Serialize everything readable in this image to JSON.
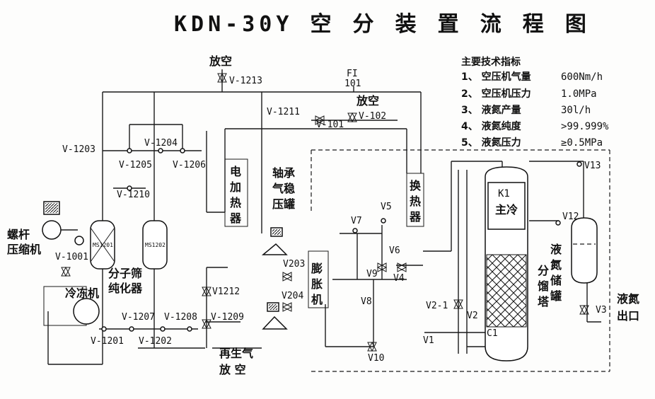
{
  "title": "KDN-30Y 空 分 装 置 流 程 图",
  "specs": {
    "heading": "主要技术指标",
    "items": [
      {
        "label": "1、 空压机气量",
        "value": "600Nm/h"
      },
      {
        "label": "2、 空压机压力",
        "value": "1.0MPa"
      },
      {
        "label": "3、 液氮产量",
        "value": "30l/h"
      },
      {
        "label": "4、 液氮纯度",
        "value": ">99.999%"
      },
      {
        "label": "5、 液氮压力",
        "value": "≥0.5MPa"
      }
    ]
  },
  "equipment": {
    "compressor": [
      "螺杆",
      "压缩机"
    ],
    "chiller": "冷冻机",
    "purifier": [
      "分子筛",
      "纯化器"
    ],
    "ms1": "MS1201",
    "ms2": "MS1202",
    "heater": [
      "电",
      "加",
      "热",
      "器"
    ],
    "buffer": [
      "轴承",
      "气稳",
      "压罐"
    ],
    "expander": [
      "膨",
      "胀",
      "机"
    ],
    "exchanger": [
      "换",
      "热",
      "器"
    ],
    "k1": "K1",
    "main_cooler": "主冷",
    "column": [
      "分",
      "馏",
      "塔"
    ],
    "storage": [
      "液",
      "氮",
      "储",
      "罐"
    ],
    "outlet": [
      "液氮",
      "出口"
    ],
    "vent_top": "放空",
    "vent_mid": "放空",
    "regen": [
      "再生气",
      "放 空"
    ],
    "fi": [
      "FI",
      "101"
    ]
  },
  "valves": {
    "v1213": "V-1213",
    "v1211": "V-1211",
    "v101": "V-101",
    "v102": "V-102",
    "v1203": "V-1203",
    "v1204": "V-1204",
    "v1205": "V-1205",
    "v1206": "V-1206",
    "v1210": "V-1210",
    "v1001": "V-1001",
    "v1207": "V-1207",
    "v1208": "V-1208",
    "v1209": "V-1209",
    "v1201": "V-1201",
    "v1202": "V-1202",
    "v1212": "V1212",
    "v203": "V203",
    "v204": "V204",
    "v7": "V7",
    "v5": "V5",
    "v6": "V6",
    "v9": "V9",
    "v4": "V4",
    "v8": "V8",
    "v10": "V10",
    "v1": "V1",
    "v2_1": "V2-1",
    "v2": "V2",
    "c1": "C1",
    "v12": "V12",
    "v13": "V13",
    "v3": "V3"
  }
}
